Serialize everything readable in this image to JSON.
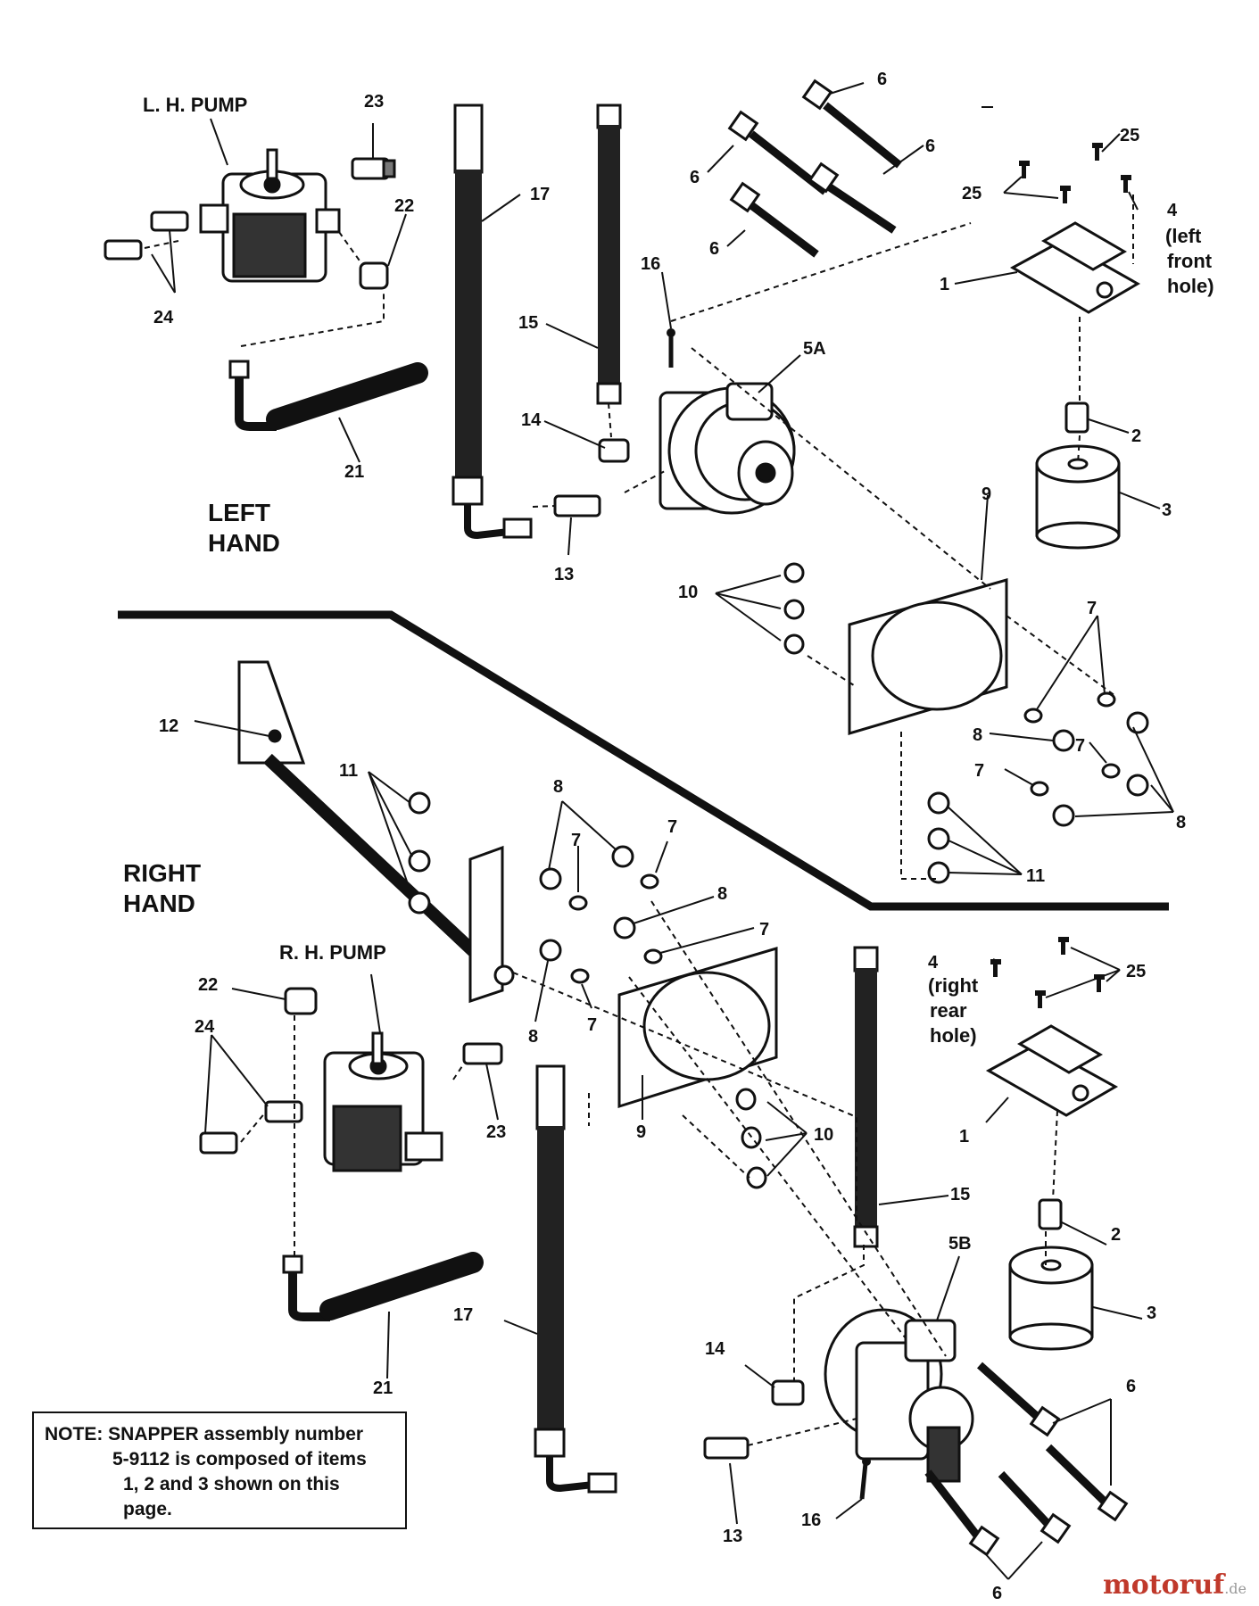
{
  "sections": {
    "left_title": [
      "LEFT",
      "HAND"
    ],
    "right_title": [
      "RIGHT",
      "HAND"
    ]
  },
  "labels": {
    "lh_pump": "L. H. PUMP",
    "rh_pump": "R. H. PUMP",
    "left_front_hole": [
      "(left",
      "front",
      "hole)"
    ],
    "right_rear_hole": [
      "(right",
      "rear",
      "hole)"
    ]
  },
  "callouts": {
    "n1": "1",
    "n2": "2",
    "n3": "3",
    "n4": "4",
    "n5a": "5A",
    "n5b": "5B",
    "n6": "6",
    "n7": "7",
    "n8": "8",
    "n9": "9",
    "n10": "10",
    "n11": "11",
    "n12": "12",
    "n13": "13",
    "n14": "14",
    "n15": "15",
    "n16": "16",
    "n17": "17",
    "n21": "21",
    "n22": "22",
    "n23": "23",
    "n24": "24",
    "n25": "25"
  },
  "note": {
    "line1": "NOTE: SNAPPER assembly number",
    "line2": "5-9112 is composed of items",
    "line3": "1, 2 and 3 shown on this",
    "line4": "page."
  },
  "watermark": {
    "text": "motoruf",
    "suffix": ".de"
  }
}
